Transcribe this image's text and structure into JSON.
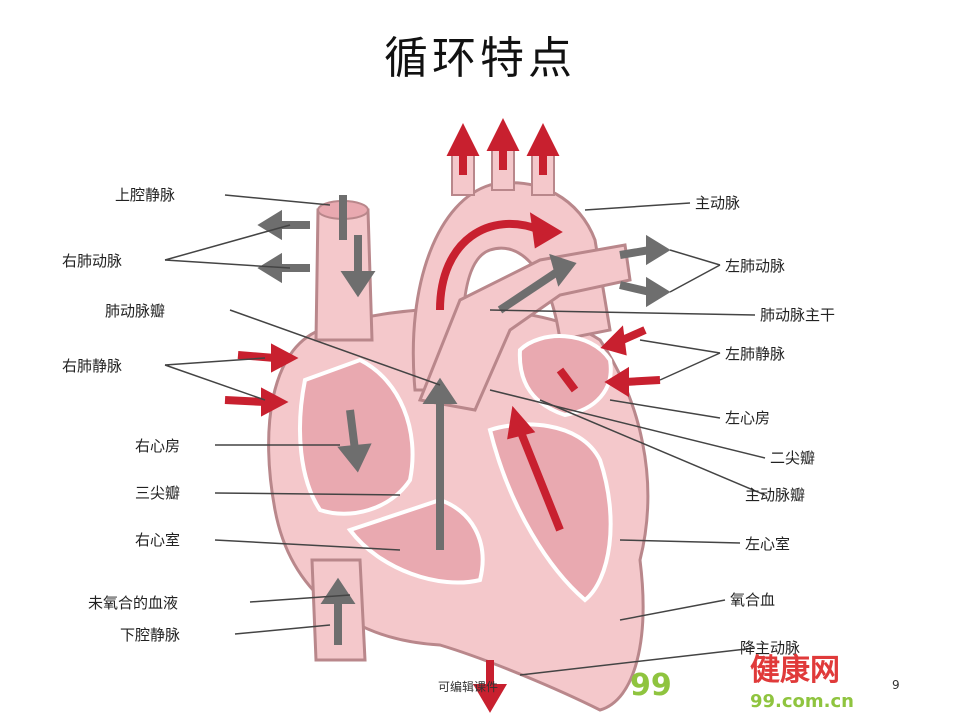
{
  "slide": {
    "title": "循环特点",
    "footer": "可编辑课件",
    "page_number": "9"
  },
  "diagram": {
    "labels_left": {
      "svc": "上腔静脉",
      "rpa": "右肺动脉",
      "pv_valve": "肺动脉瓣",
      "rpv": "右肺静脉",
      "ra": "右心房",
      "tricuspid": "三尖瓣",
      "rv": "右心室",
      "deoxy": "未氧合的血液",
      "ivc": "下腔静脉"
    },
    "labels_right": {
      "aorta": "主动脉",
      "lpa": "左肺动脉",
      "pa_trunk": "肺动脉主干",
      "lpv": "左肺静脉",
      "la": "左心房",
      "mitral": "二尖瓣",
      "aortic_valve": "主动脉瓣",
      "lv": "左心室",
      "oxy": "氧合血",
      "desc_aorta": "降主动脉"
    },
    "colors": {
      "heart_fill": "#f4c8cb",
      "heart_outline": "#b9878b",
      "chamber_fill": "#e9a9b0",
      "oxygenated_arrow": "#c8202f",
      "deoxygenated_arrow": "#6e6e6e"
    }
  },
  "watermark": {
    "brand": "健康网",
    "domain": "99.com.cn",
    "logo_number": "99",
    "colors": {
      "green": "#8fc43f",
      "red": "#e03a3a"
    }
  }
}
